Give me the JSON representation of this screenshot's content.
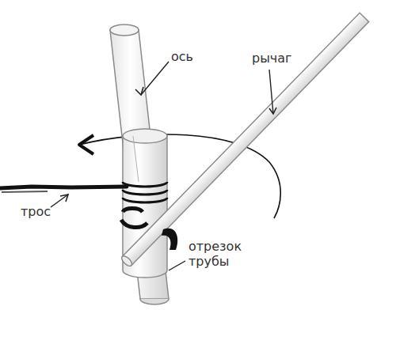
{
  "diagram": {
    "labels": [
      "ось",
      "рычаг",
      "трос",
      "отрезок трубы"
    ]
  }
}
